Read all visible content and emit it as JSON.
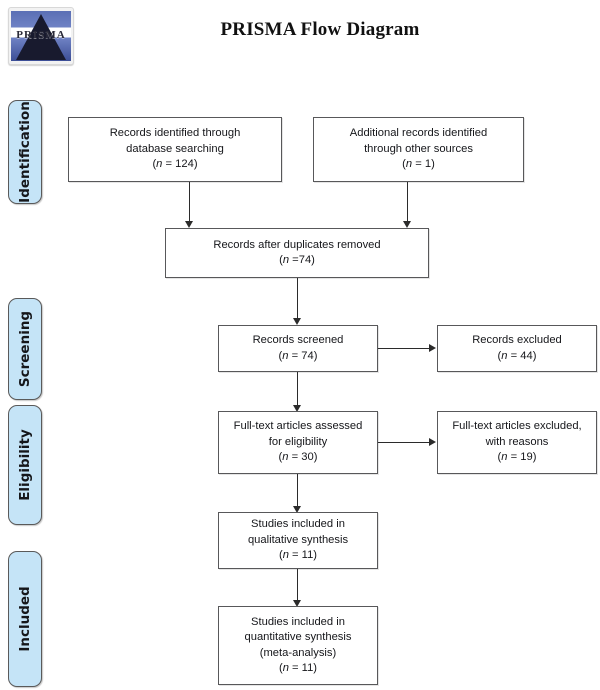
{
  "document": {
    "title": "PRISMA Flow Diagram"
  },
  "logo": {
    "text": "PRISMA",
    "alt": "prisma-logo"
  },
  "colors": {
    "pill_fill": "#c5e4f7",
    "pill_border": "#5a5a5a",
    "box_border": "#58585a",
    "connector": "#2b2b2b",
    "text": "#15161a"
  },
  "stages": [
    {
      "id": "identification",
      "label": "Identification"
    },
    {
      "id": "screening",
      "label": "Screening"
    },
    {
      "id": "eligibility",
      "label": "Eligibility"
    },
    {
      "id": "included",
      "label": "Included"
    }
  ],
  "boxes": {
    "records_database": {
      "line1": "Records identified through",
      "line2": "database searching",
      "count_prefix": "(",
      "count_var": "n",
      "count_text": " =  124)"
    },
    "records_other": {
      "line1": "Additional records identified",
      "line2": "through other sources",
      "count_var": "n",
      "count_text": " = 1)"
    },
    "duplicates_removed": {
      "line1": "Records after duplicates removed",
      "count_var": "n",
      "count_text": " =74)"
    },
    "records_screened": {
      "line1": "Records screened",
      "count_var": "n",
      "count_text": " = 74)"
    },
    "records_excluded": {
      "line1": "Records excluded",
      "count_var": "n",
      "count_text": " =  44)"
    },
    "fulltext_assessed": {
      "line1": "Full-text articles assessed",
      "line2": "for eligibility",
      "count_var": "n",
      "count_text": " = 30)"
    },
    "fulltext_excluded": {
      "line1": "Full-text articles excluded,",
      "line2": "with reasons",
      "count_var": "n",
      "count_text": " = 19)"
    },
    "qualitative_synthesis": {
      "line1": "Studies included in",
      "line2": "qualitative synthesis",
      "count_var": "n",
      "count_text": " = 11)"
    },
    "quantitative_synthesis": {
      "line1": "Studies included in",
      "line2": "quantitative synthesis",
      "line3": "(meta-analysis)",
      "count_var": "n",
      "count_text": " = 11)"
    }
  },
  "counts": {
    "database_searching": 124,
    "other_sources": 1,
    "after_duplicates": 74,
    "screened": 74,
    "excluded": 44,
    "fulltext_assessed": 30,
    "fulltext_excluded": 19,
    "qualitative": 11,
    "quantitative": 11
  }
}
